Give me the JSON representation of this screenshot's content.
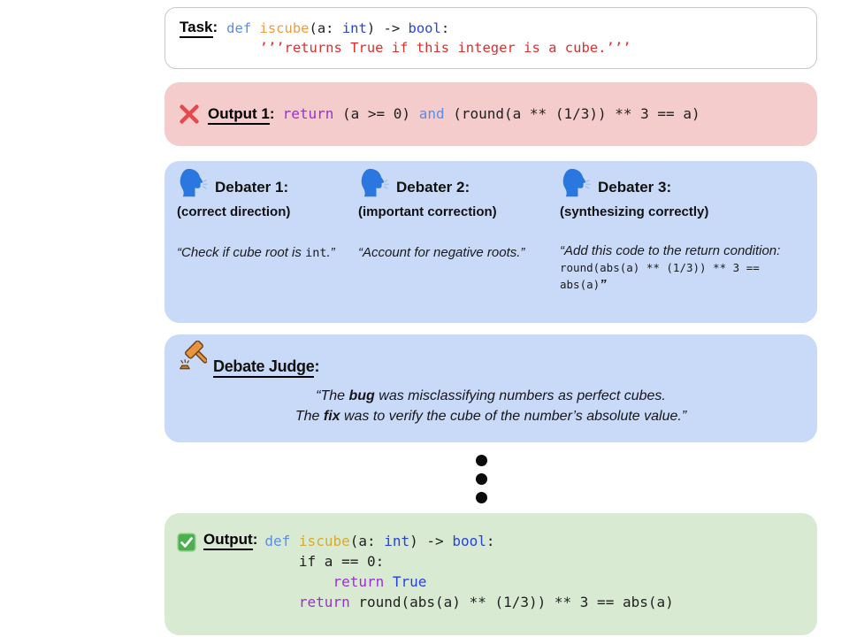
{
  "colors": {
    "error_bg": "#f4cccc",
    "debate_bg": "#c9daf8",
    "success_bg": "#d9ead3",
    "head_blue": "#2b77e0",
    "cross_red": "#e5484d",
    "check_green": "#4caf50",
    "gavel_orange": "#e8953b"
  },
  "task": {
    "label": "Task",
    "colon": ":",
    "code_line1": [
      {
        "t": "def",
        "c": "kwa"
      },
      {
        "t": " "
      },
      {
        "t": "iscube",
        "c": "fn"
      },
      {
        "t": "(a: "
      },
      {
        "t": "int",
        "c": "kwb"
      },
      {
        "t": ") -> "
      },
      {
        "t": "bool",
        "c": "kwb"
      },
      {
        "t": ":"
      }
    ],
    "code_line2": [
      {
        "t": "    "
      },
      {
        "t": "’’’returns True if this integer is a cube.’’’",
        "c": "str"
      }
    ]
  },
  "output1": {
    "label": "Output 1",
    "colon": ":",
    "code": [
      {
        "t": "return",
        "c": "ret"
      },
      {
        "t": " (a >= 0) "
      },
      {
        "t": "and",
        "c": "kwa"
      },
      {
        "t": " (round(a ** (1/3)) ** 3 == a)"
      }
    ]
  },
  "debaters": {
    "d1": {
      "name": "Debater 1",
      "colon": ":",
      "subtitle": "(correct direction)",
      "quote_pre": "“Check if cube root is ",
      "quote_code": "int",
      "quote_post": ".”"
    },
    "d2": {
      "name": "Debater 2",
      "colon": ":",
      "subtitle": "(important correction)",
      "quote": "“Account for negative roots.”"
    },
    "d3": {
      "name": "Debater 3",
      "colon": ":",
      "subtitle": "(synthesizing correctly)",
      "quote_line1": "“Add this code to the return condition:",
      "quote_code": "round(abs(a) ** (1/3)) ** 3 == abs(a)",
      "quote_close": "”"
    }
  },
  "judge": {
    "name": "Debate Judge",
    "colon": ":",
    "line1_pre": "“The ",
    "line1_bold": "bug",
    "line1_post": " was misclassifying numbers as perfect cubes.",
    "line2_pre": "The ",
    "line2_bold": "fix",
    "line2_post": " was to verify the cube of the number’s absolute value.”"
  },
  "final_output": {
    "label": "Output",
    "colon": ":",
    "code_line1": [
      {
        "t": "def",
        "c": "kwa"
      },
      {
        "t": " "
      },
      {
        "t": "iscube",
        "c": "fny"
      },
      {
        "t": "(a: "
      },
      {
        "t": "int",
        "c": "kwb"
      },
      {
        "t": ") -> "
      },
      {
        "t": "bool",
        "c": "kwb"
      },
      {
        "t": ":"
      }
    ],
    "code_line2": [
      {
        "t": "    if a == 0:"
      }
    ],
    "code_line3": [
      {
        "t": "        "
      },
      {
        "t": "return",
        "c": "ret"
      },
      {
        "t": " "
      },
      {
        "t": "True",
        "c": "kwb"
      }
    ],
    "code_line4": [
      {
        "t": "    "
      },
      {
        "t": "return",
        "c": "ret"
      },
      {
        "t": " round(abs(a) ** (1/3)) ** 3 == abs(a)"
      }
    ]
  },
  "icons": {
    "cross": "cross-mark-icon",
    "check": "check-mark-icon",
    "head": "speaking-head-icon",
    "gavel": "gavel-icon"
  }
}
